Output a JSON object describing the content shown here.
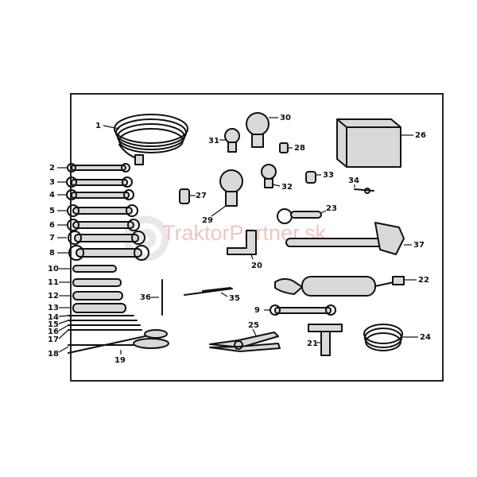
{
  "watermark": {
    "text": "TraktorPartner.sk"
  },
  "callouts": [
    {
      "id": "c1",
      "label": "1"
    },
    {
      "id": "c2",
      "label": "2"
    },
    {
      "id": "c3",
      "label": "3"
    },
    {
      "id": "c4",
      "label": "4"
    },
    {
      "id": "c5",
      "label": "5"
    },
    {
      "id": "c6",
      "label": "6"
    },
    {
      "id": "c7",
      "label": "7"
    },
    {
      "id": "c8",
      "label": "8"
    },
    {
      "id": "c10",
      "label": "10"
    },
    {
      "id": "c11",
      "label": "11"
    },
    {
      "id": "c12",
      "label": "12"
    },
    {
      "id": "c13",
      "label": "13"
    },
    {
      "id": "c14",
      "label": "14"
    },
    {
      "id": "c15",
      "label": "15"
    },
    {
      "id": "c16",
      "label": "16"
    },
    {
      "id": "c17",
      "label": "17"
    },
    {
      "id": "c18",
      "label": "18"
    },
    {
      "id": "c19",
      "label": "19"
    },
    {
      "id": "c36",
      "label": "36"
    },
    {
      "id": "c35",
      "label": "35"
    },
    {
      "id": "c25",
      "label": "25"
    },
    {
      "id": "c9",
      "label": "9"
    },
    {
      "id": "c21",
      "label": "21"
    },
    {
      "id": "c24",
      "label": "24"
    },
    {
      "id": "c22",
      "label": "22"
    },
    {
      "id": "c20",
      "label": "20"
    },
    {
      "id": "c37",
      "label": "37"
    },
    {
      "id": "c23",
      "label": "23"
    },
    {
      "id": "c34",
      "label": "34"
    },
    {
      "id": "c33",
      "label": "33"
    },
    {
      "id": "c32",
      "label": "32"
    },
    {
      "id": "c29",
      "label": "29"
    },
    {
      "id": "c27",
      "label": "27"
    },
    {
      "id": "c31",
      "label": "31"
    },
    {
      "id": "c30",
      "label": "30"
    },
    {
      "id": "c28",
      "label": "28"
    },
    {
      "id": "c26",
      "label": "26"
    }
  ]
}
